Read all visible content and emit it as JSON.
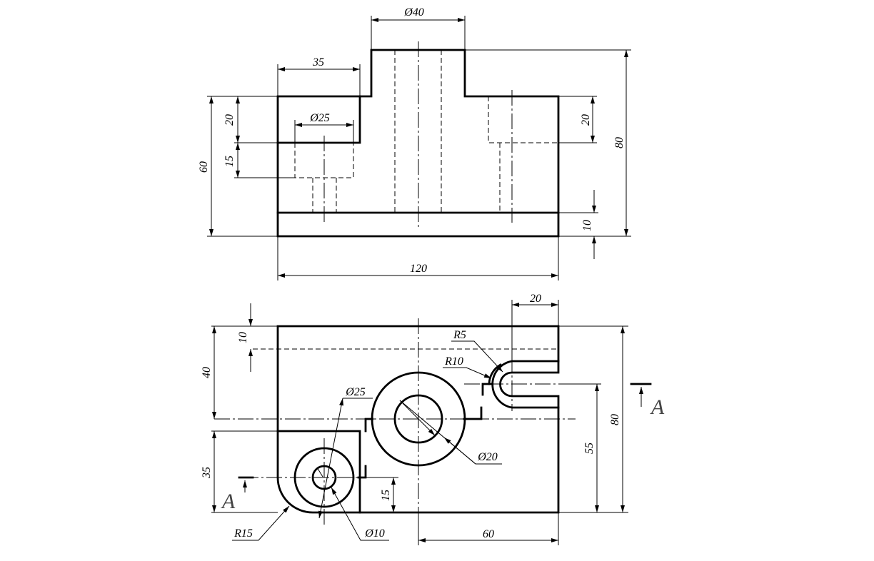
{
  "top_view": {
    "d_40": "Ø40",
    "d_35": "35",
    "d_25": "Ø25",
    "d_20_left": "20",
    "d_15": "15",
    "d_60": "60",
    "d_20_right": "20",
    "d_80": "80",
    "d_10": "10",
    "d_120": "120"
  },
  "bottom_view": {
    "d_20_top": "20",
    "r5": "R5",
    "r10": "R10",
    "d_10": "10",
    "d_40": "40",
    "d25": "Ø25",
    "d20": "Ø20",
    "d_35": "35",
    "d_15": "15",
    "r15": "R15",
    "d10": "Ø10",
    "d_60": "60",
    "d_55": "55",
    "d_80": "80",
    "section_left": "A",
    "section_right": "A"
  }
}
